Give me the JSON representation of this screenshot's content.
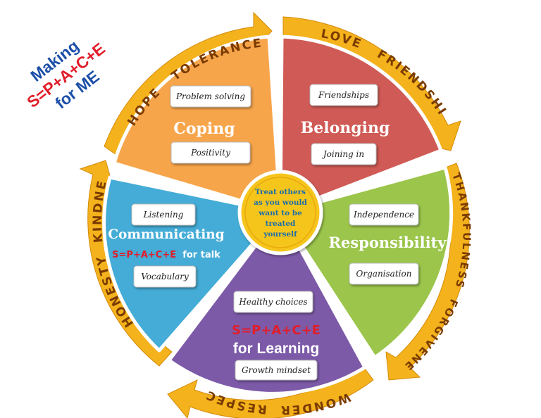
{
  "heading": {
    "line1": "Making",
    "line2": "S=P+A+C+E",
    "line3": "for ME"
  },
  "center": {
    "lines": [
      "Treat others",
      "as you would",
      "want to be",
      "treated",
      "yourself"
    ]
  },
  "segments": {
    "coping": {
      "title": "Coping",
      "items": [
        "Problem solving",
        "Positivity"
      ],
      "color": "#f7a54b"
    },
    "belonging": {
      "title": "Belonging",
      "items": [
        "Friendships",
        "Joining in"
      ],
      "color": "#d05a55"
    },
    "responsibility": {
      "title": "Responsibility",
      "items": [
        "Independence",
        "Organisation"
      ],
      "color": "#9bc54b"
    },
    "learning": {
      "title_red": "S=P+A+C+E",
      "title_white": "for Learning",
      "items": [
        "Healthy choices",
        "Growth mindset"
      ],
      "color": "#7d5aa8"
    },
    "communicating": {
      "title": "Communicating",
      "subtitle_red": "S=P+A+C+E",
      "subtitle_white": "for talk",
      "items": [
        "Listening",
        "Vocabulary"
      ],
      "color": "#44acd6"
    }
  },
  "ring_words": {
    "arc1": "HOPE   TOLERANCE",
    "arc2": "LOVE   FRIENDSHIP",
    "arc3": "THANKFULNESS  FORGIVENESS",
    "arc4": "WONDER  RESPECT",
    "arc5": "HONESTY  KINDNESS"
  },
  "colors": {
    "ring": "#f4b21c",
    "ring_dark": "#d48a0a",
    "center": "#f6c51e"
  }
}
